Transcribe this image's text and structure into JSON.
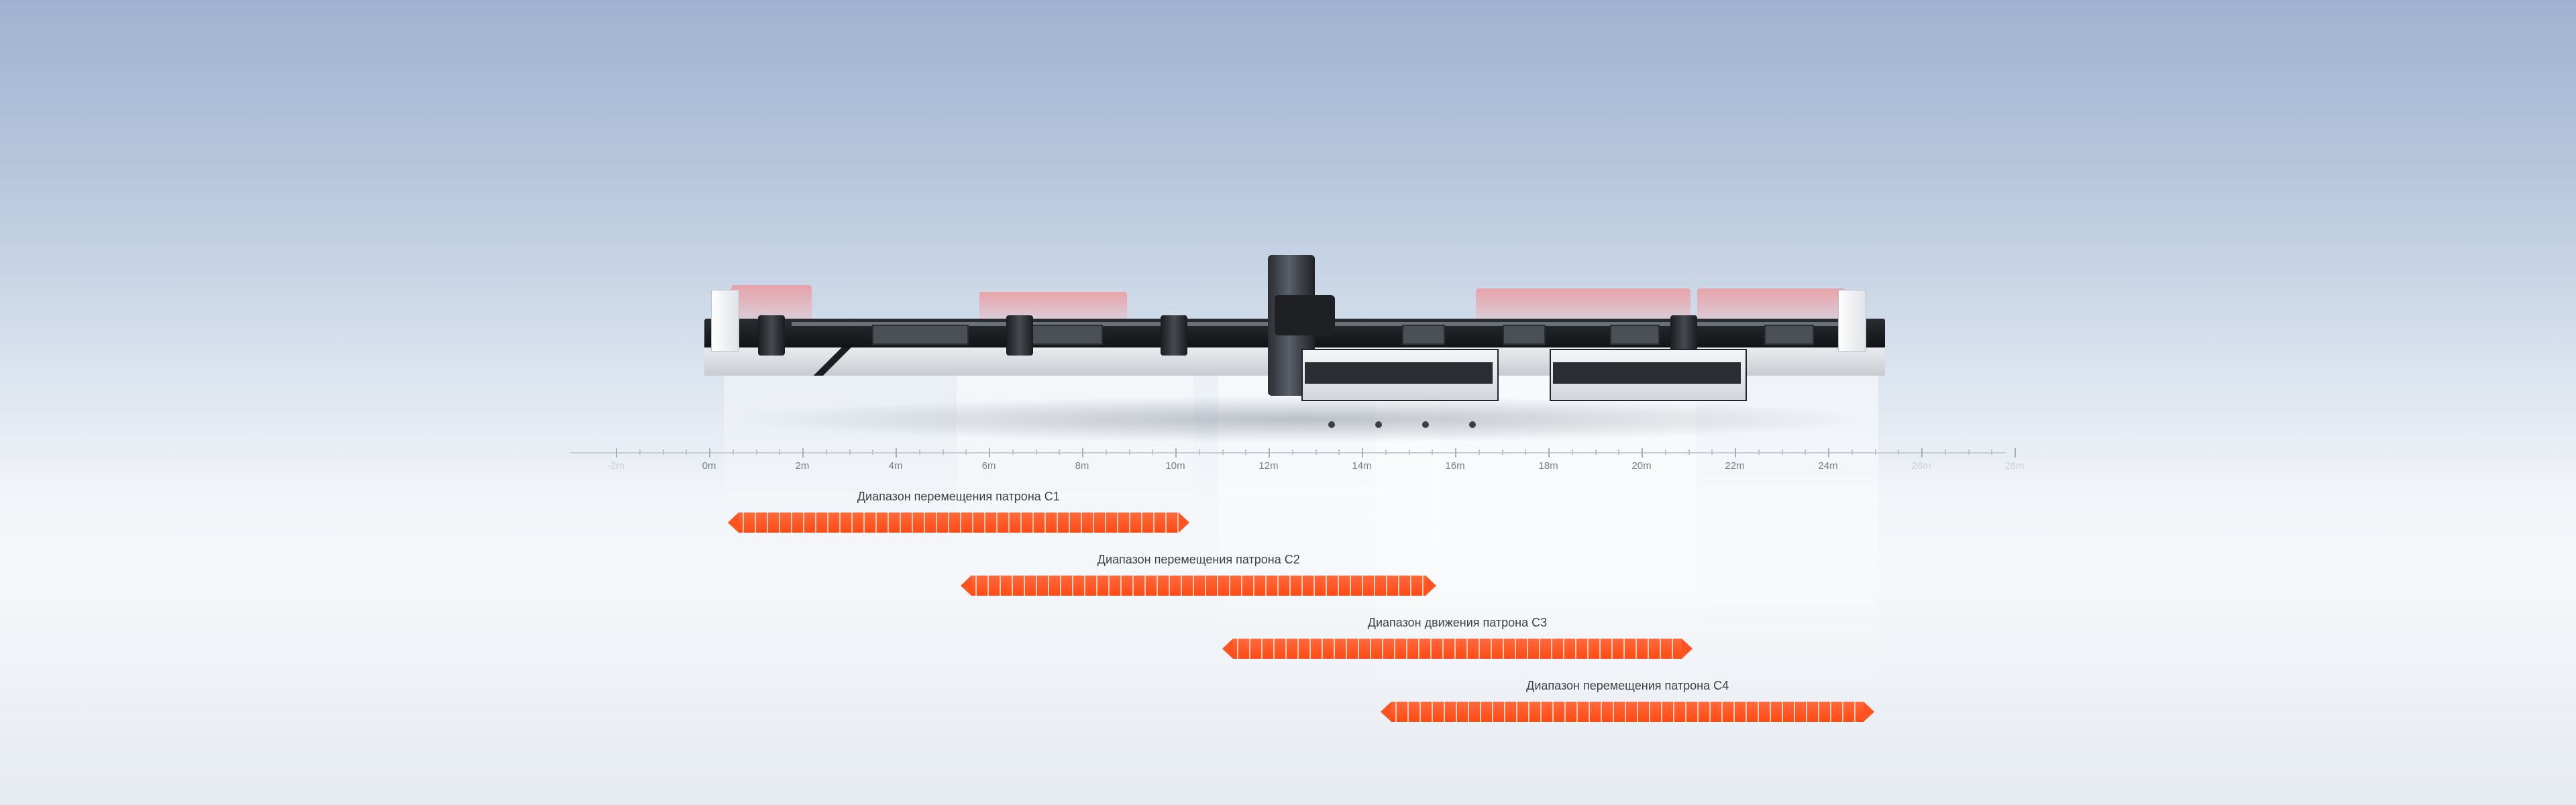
{
  "ruler": {
    "ticks": [
      {
        "label": "-2m",
        "faded": true
      },
      {
        "label": "0m",
        "faded": false
      },
      {
        "label": "2m",
        "faded": false
      },
      {
        "label": "4m",
        "faded": false
      },
      {
        "label": "6m",
        "faded": false
      },
      {
        "label": "8m",
        "faded": false
      },
      {
        "label": "10m",
        "faded": false
      },
      {
        "label": "12m",
        "faded": false
      },
      {
        "label": "14m",
        "faded": false
      },
      {
        "label": "16m",
        "faded": false
      },
      {
        "label": "18m",
        "faded": false
      },
      {
        "label": "20m",
        "faded": false
      },
      {
        "label": "22m",
        "faded": false
      },
      {
        "label": "24m",
        "faded": false
      },
      {
        "label": "26m",
        "faded": true
      },
      {
        "label": "28m",
        "faded": true
      }
    ]
  },
  "ranges": [
    {
      "label": "Диапазон перемещения патрона С1",
      "start_m": 0.4,
      "end_m": 10.3
    },
    {
      "label": "Диапазон перемещения патрона С2",
      "start_m": 5.4,
      "end_m": 15.6
    },
    {
      "label": "Диапазон движения патрона С3",
      "start_m": 11.0,
      "end_m": 21.1
    },
    {
      "label": "Диапазон перемещения патрона С4",
      "start_m": 14.4,
      "end_m": 25.0
    }
  ],
  "colors": {
    "range_bar": "#ff5320",
    "glow": "#ff7878",
    "machine_dark": "#1a1c1f"
  }
}
